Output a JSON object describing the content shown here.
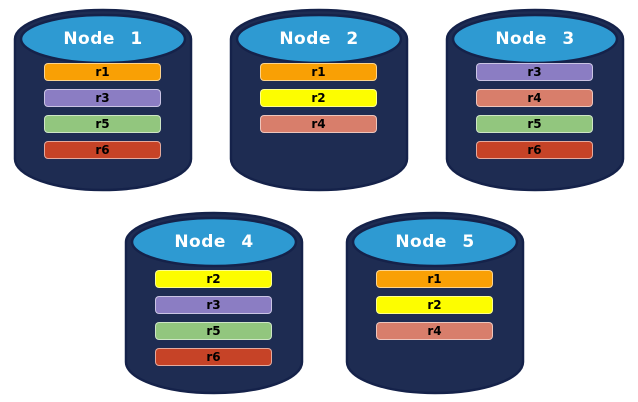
{
  "colors": {
    "background": "#FFFFFF",
    "cylinder_body": "#1E2C52",
    "cylinder_outline": "#15224A",
    "cylinder_top": "#2E9AD2",
    "title_text": "#FFFFFF",
    "bar_text": "#000000"
  },
  "replica_colors": {
    "r1": "#F9A005",
    "r2": "#FDFD00",
    "r3": "#8B7DC3",
    "r4": "#D87E6B",
    "r5": "#92C67E",
    "r6": "#C64327"
  },
  "nodes": [
    {
      "label": "Node 1",
      "replicas": [
        "r1",
        "r3",
        "r5",
        "r6"
      ]
    },
    {
      "label": "Node 2",
      "replicas": [
        "r1",
        "r2",
        "r4"
      ]
    },
    {
      "label": "Node 3",
      "replicas": [
        "r3",
        "r4",
        "r5",
        "r6"
      ]
    },
    {
      "label": "Node 4",
      "replicas": [
        "r2",
        "r3",
        "r5",
        "r6"
      ]
    },
    {
      "label": "Node 5",
      "replicas": [
        "r1",
        "r2",
        "r4"
      ]
    }
  ]
}
